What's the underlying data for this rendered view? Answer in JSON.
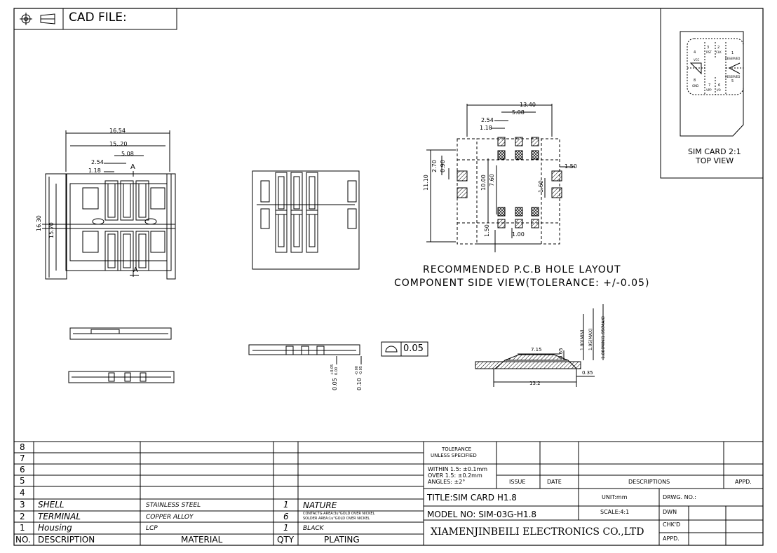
{
  "header": {
    "cad_label": "CAD FILE:",
    "symbols": {
      "projection": "first-angle-projection-icon",
      "view": "cone-view-icon"
    }
  },
  "sim_card": {
    "title_line1": "SIM CARD 2:1",
    "title_line2": "TOP VIEW",
    "contacts": [
      "4",
      "3",
      "2",
      "1",
      "8",
      "7",
      "6",
      "5"
    ],
    "labels": [
      "VCC",
      "RST",
      "CLK",
      "RESERVED",
      "GND",
      "VPP",
      "I/O",
      "RESERVED"
    ]
  },
  "top_view_dims": {
    "width_overall": "16.54",
    "width_inner": "15..20",
    "pitch_total": "5.08",
    "pitch": "2.54",
    "pad": "1.18",
    "height_overall": "16.30",
    "height_inner": "15.70",
    "section": "A"
  },
  "pcb_layout": {
    "title_line1": "RECOMMENDED P.C.B HOLE LAYOUT",
    "title_line2": "COMPONENT SIDE VIEW(TOLERANCE: +/-0.05)",
    "dims": {
      "width": "13.40",
      "pitch_total": "5.08",
      "pitch": "2.54",
      "pad": "1.18",
      "h270": "2.70",
      "h090": "0.90",
      "h1110": "11.10",
      "h1000": "10.00",
      "h760": "7.60",
      "h160": "1.60",
      "w150": "1.50",
      "w150b": "1.50",
      "w100": "1.00"
    }
  },
  "side_views": {
    "flatness_value": "0.05",
    "tol1": "0.05",
    "tol1_sup": "+0.05",
    "tol1_sub": "0.00",
    "tol2": "0.10",
    "tol2_sup": "-0.00",
    "tol2_sub": "-0.05",
    "sec_w1": "7.15",
    "sec_h1": "0.65",
    "sec_min": "1.80(MIN)",
    "sec_max": "1.95(MAX)",
    "sec_range": "1.80(MIN)1.95(MAX)",
    "sec_t": "0.35",
    "sec_w2": "13.2"
  },
  "bom": {
    "rows": [
      {
        "no": "8",
        "description": "",
        "material": "",
        "qty": "",
        "plating": ""
      },
      {
        "no": "7",
        "description": "",
        "material": "",
        "qty": "",
        "plating": ""
      },
      {
        "no": "6",
        "description": "",
        "material": "",
        "qty": "",
        "plating": ""
      },
      {
        "no": "5",
        "description": "",
        "material": "",
        "qty": "",
        "plating": ""
      },
      {
        "no": "4",
        "description": "",
        "material": "",
        "qty": "",
        "plating": ""
      },
      {
        "no": "3",
        "description": "SHELL",
        "material": "STAINLESS STEEL",
        "qty": "1",
        "plating": "NATURE"
      },
      {
        "no": "2",
        "description": "TERMINAL",
        "material": "COPPER ALLOY",
        "qty": "6",
        "plating": "CONTACTG AREA:3u\"GOLD OVER NICKEL",
        "plating2": "SOLDER AREA:1u\"GOLD OVER NICKEL"
      },
      {
        "no": "1",
        "description": "Housing",
        "material": "LCP",
        "qty": "1",
        "plating": "BLACK"
      }
    ],
    "headers": {
      "no": "NO.",
      "description": "DESCRIPTION",
      "material": "MATERIAL",
      "qty": "QTY",
      "plating": "PLATING"
    }
  },
  "title_block": {
    "tolerance_head1": "TOLERANCE",
    "tolerance_head2": "UNLESS SPECIFIED",
    "tol_line1": "WITHIN 1.5: ±0.1mm",
    "tol_line2": "OVER 1.5:  ±0.2mm",
    "tol_line3": "ANGLES: ±2°",
    "issue": "ISSUE",
    "date": "DATE",
    "descriptions": "DESCRIPTIONS",
    "appd": "APPD.",
    "title": "TITLE:SIM CARD H1.8",
    "unit": "UNIT:mm",
    "drwg_no": "DRWG. NO.:",
    "model": "MODEL NO: SIM-03G-H1.8",
    "scale": "SCALE:4:1",
    "dwn": "DWN",
    "chkd": "CHK'D",
    "company": "XIAMENJINBEILI ELECTRONICS CO.,LTD",
    "appd2": "APPD."
  }
}
